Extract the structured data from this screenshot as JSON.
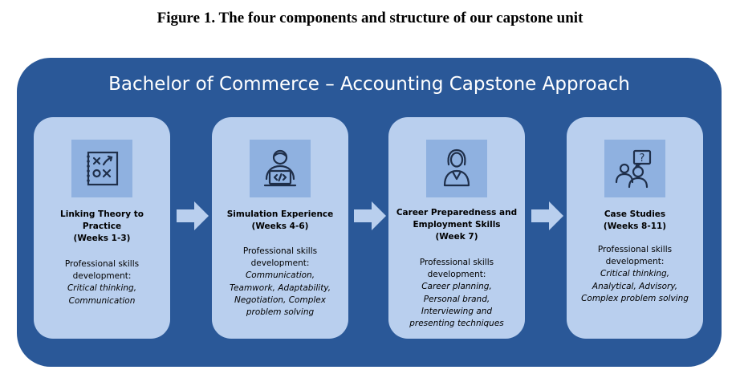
{
  "figure_title": "Figure 1. The four components and structure of our capstone unit",
  "panel_title": "Bachelor of Commerce – Accounting Capstone Approach",
  "colors": {
    "panel": "#2a5898",
    "card": "#b9cfee",
    "icon_box": "#8fb1e0",
    "arrow": "#b9cfee"
  },
  "cards": [
    {
      "icon": "strategy-playbook-icon",
      "heading_lines": [
        "Linking Theory to",
        "Practice",
        "(Weeks 1-3)"
      ],
      "body_lines": [
        "Professional skills",
        "development:"
      ],
      "skills_lines": [
        "Critical thinking,",
        "Communication"
      ]
    },
    {
      "icon": "coder-laptop-icon",
      "heading_lines": [
        "Simulation Experience",
        "(Weeks 4-6)"
      ],
      "body_lines": [
        "Professional skills",
        "development:"
      ],
      "skills_lines": [
        "Communication,",
        "Teamwork, Adaptability,",
        "Negotiation, Complex",
        "problem solving"
      ]
    },
    {
      "icon": "businesswoman-icon",
      "heading_lines": [
        "Career Preparedness and",
        "Employment Skills",
        "(Week 7)"
      ],
      "body_lines": [
        "Professional skills",
        "development:"
      ],
      "skills_lines": [
        "Career planning,",
        "Personal brand,",
        "Interviewing and",
        "presenting techniques"
      ]
    },
    {
      "icon": "discussion-question-icon",
      "heading_lines": [
        "Case Studies",
        "(Weeks 8-11)"
      ],
      "body_lines": [
        "Professional skills",
        "development:"
      ],
      "skills_lines": [
        "Critical thinking,",
        "Analytical, Advisory,",
        "Complex problem solving"
      ]
    }
  ]
}
